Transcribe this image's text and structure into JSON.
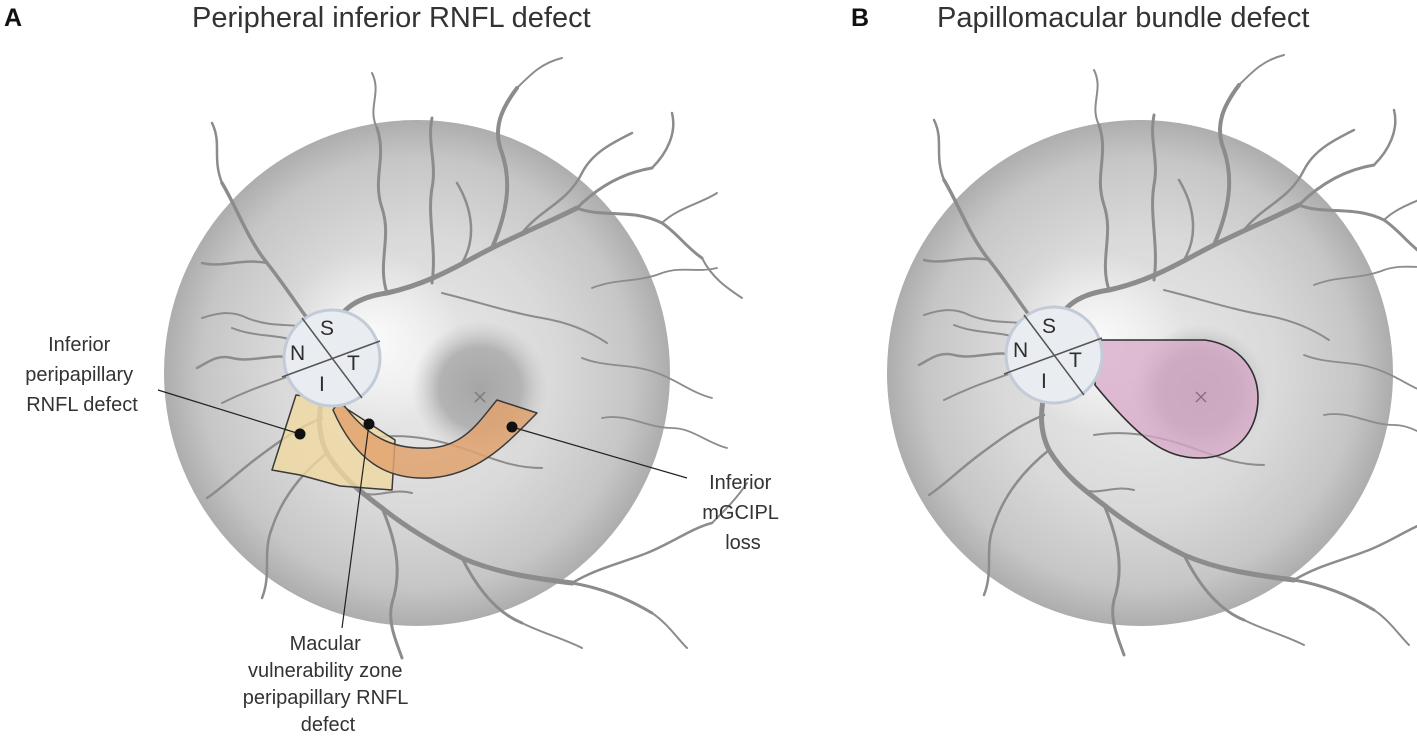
{
  "panels": [
    {
      "letter": "A",
      "title": "Peripheral inferior RNFL defect",
      "quadrants": {
        "superior": "S",
        "nasal": "N",
        "temporal": "T",
        "inferior": "I"
      },
      "callouts": {
        "inferior_peripapillary": [
          "Inferior",
          "peripapillary",
          "RNFL defect"
        ],
        "macular_vulnerability": [
          "Macular",
          "vulnerability zone",
          "peripapillary RNFL",
          "defect"
        ],
        "mgcipl": [
          "Inferior",
          "mGCIPL",
          "loss"
        ]
      }
    },
    {
      "letter": "B",
      "title": "Papillomacular bundle defect",
      "quadrants": {
        "superior": "S",
        "nasal": "N",
        "temporal": "T",
        "inferior": "I"
      }
    }
  ],
  "colors": {
    "fundus": "#c9c9c9",
    "vessel": "#8c8c8c",
    "peripapillary_defect": "#f0d9a0",
    "mgcipl_loss": "#e0a36e",
    "papillomacular_defect": "#d8a8c8",
    "optic_disc": "#e9ecf1"
  }
}
